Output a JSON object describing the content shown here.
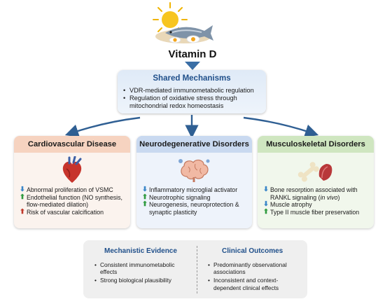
{
  "title": "Vitamin D",
  "shared": {
    "title": "Shared Mechanisms",
    "items": [
      "VDR-mediated immunometabolic regulation",
      "Regulation of oxidative stress through mitochondrial redox homeostasis"
    ]
  },
  "panels": [
    {
      "title": "Cardiovascular Disease",
      "icon": "heart-icon",
      "items": [
        {
          "dir": "down",
          "text": "Abnormal proliferation of VSMC"
        },
        {
          "dir": "up",
          "text": "Endothelial function (NO synthesis, flow-mediated dilation)"
        },
        {
          "dir": "up-red",
          "text": "Risk of vascular calcification"
        }
      ]
    },
    {
      "title": "Neurodegenerative Disorders",
      "icon": "brain-icon",
      "items": [
        {
          "dir": "down",
          "text": "Inflammatory microglial activator"
        },
        {
          "dir": "up",
          "text": "Neurotrophic signaling"
        },
        {
          "dir": "up",
          "text": "Neurogenesis, neuroprotection & synaptic plasticity"
        }
      ]
    },
    {
      "title": "Musculoskeletal Disorders",
      "icon": "bone-muscle-icon",
      "items": [
        {
          "dir": "down",
          "text": "Bone resorption associated with RANKL signaling (in vivo)"
        },
        {
          "dir": "down",
          "text": "Muscle atrophy"
        },
        {
          "dir": "up",
          "text": "Type II muscle fiber preservation"
        }
      ]
    }
  ],
  "evidence": {
    "mechanistic_title": "Mechanistic Evidence",
    "mechanistic_items": [
      "Consistent immunometabolic effects",
      "Strong biological plausibility"
    ],
    "clinical_title": "Clinical Outcomes",
    "clinical_items": [
      "Predominantly observational associations",
      "Inconsistent and context-dependent clinical effects"
    ]
  },
  "colors": {
    "accent_blue": "#3a6ea5",
    "title_blue": "#1f4f8a",
    "cardio_header": "#f6d3c0",
    "neuro_header": "#c9d9f0",
    "musculo_header": "#cfe6c0",
    "up_arrow": "#2e9a3e",
    "down_arrow": "#3a86c8",
    "risk_arrow": "#c0392b"
  },
  "icons": [
    "sun-icon",
    "fish-icon",
    "egg-icon",
    "heart-icon",
    "brain-icon",
    "bone-muscle-icon"
  ]
}
